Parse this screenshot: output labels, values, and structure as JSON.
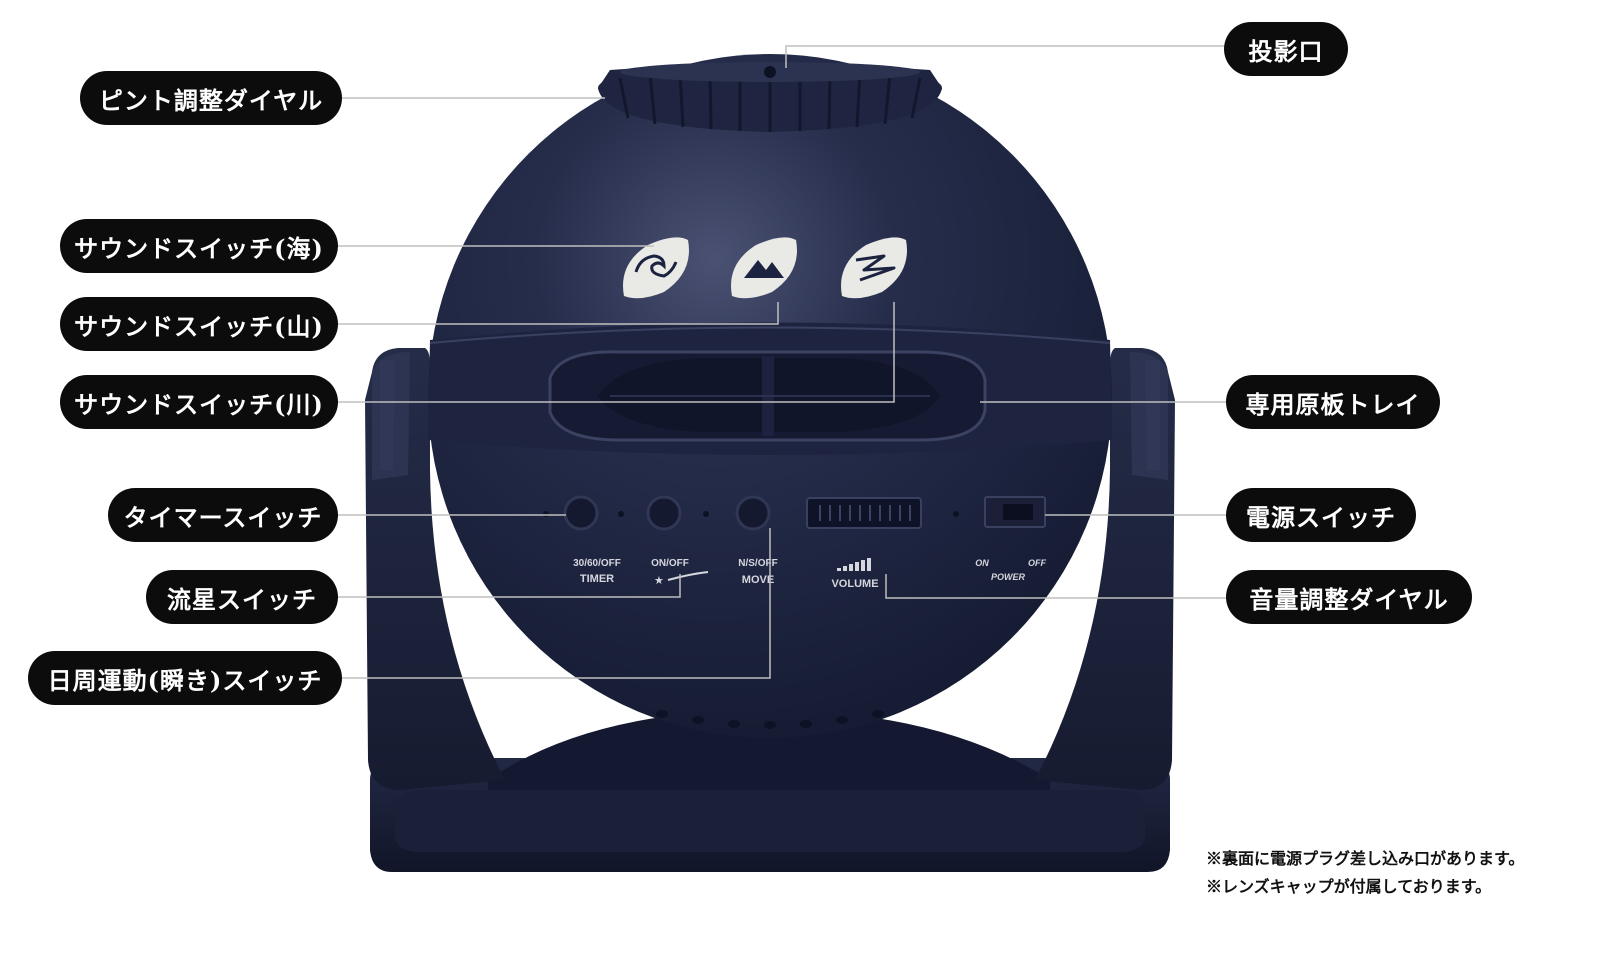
{
  "labels": {
    "projection_port": "投影口",
    "focus_dial": "ピント調整ダイヤル",
    "sound_switch_sea": "サウンドスイッチ(海)",
    "sound_switch_mountain": "サウンドスイッチ(山)",
    "sound_switch_river": "サウンドスイッチ(川)",
    "disc_tray": "専用原板トレイ",
    "timer_switch": "タイマースイッチ",
    "power_switch": "電源スイッチ",
    "meteor_switch": "流星スイッチ",
    "volume_dial": "音量調整ダイヤル",
    "diurnal_motion_switch": "日周運動(瞬き)スイッチ"
  },
  "device_markings": {
    "timer_values": "30/60/OFF",
    "timer": "TIMER",
    "meteor_values": "ON/OFF",
    "move_values": "N/S/OFF",
    "move": "MOVE",
    "volume": "VOLUME",
    "power_on": "ON",
    "power_off": "OFF",
    "power": "POWER"
  },
  "notes": [
    "※裏面に電源プラグ差し込み口があります。",
    "※レンズキャップが付属しております。"
  ],
  "colors": {
    "body": "#1c2341",
    "label_bg": "#0c0c0c",
    "label_text": "#ffffff",
    "leader_line": "#bfbfbf",
    "sound_button": "#e9e9e6"
  },
  "icons": {
    "sound_sea": "wave-icon",
    "sound_mountain": "mountain-icon",
    "sound_river": "river-icon",
    "meteor": "shooting-star-icon",
    "volume": "volume-bars-icon"
  }
}
